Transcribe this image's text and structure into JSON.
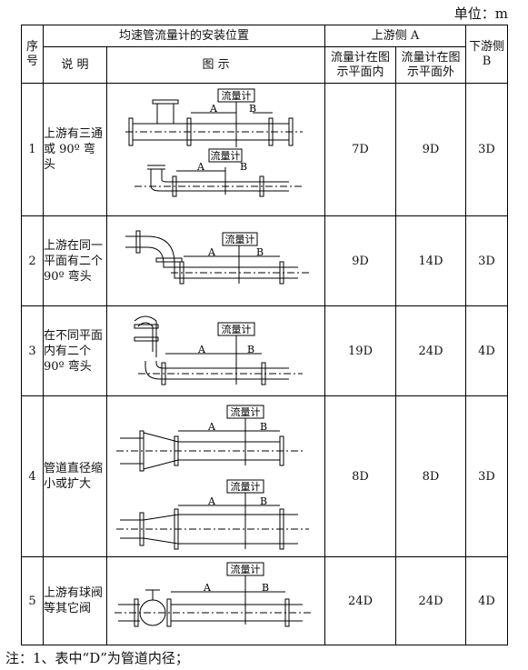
{
  "unit_label": "单位：m",
  "header": {
    "no": "序号",
    "title": "均速管流量计的安装位置",
    "upstream": "上游侧 A",
    "downstream": "下游侧 B",
    "desc": "说 明",
    "figure": "图 示",
    "upstream_in": "流量计在图示平面内",
    "upstream_out": "流量计在图示平面外"
  },
  "figure_text": {
    "meter": "流量计",
    "a": "A",
    "b": "B"
  },
  "rows": [
    {
      "no": "1",
      "desc": "上游有三通或 90º 弯头",
      "a_in": "7D",
      "a_out": "9D",
      "b": "3D"
    },
    {
      "no": "2",
      "desc": "上游在同一平面有二个 90º 弯头",
      "a_in": "9D",
      "a_out": "14D",
      "b": "3D"
    },
    {
      "no": "3",
      "desc": "在不同平面内有二个 90º 弯头",
      "a_in": "19D",
      "a_out": "24D",
      "b": "4D"
    },
    {
      "no": "4",
      "desc": "管道直径缩小或扩大",
      "a_in": "8D",
      "a_out": "8D",
      "b": "3D"
    },
    {
      "no": "5",
      "desc": "上游有球阀等其它阀",
      "a_in": "24D",
      "a_out": "24D",
      "b": "4D"
    }
  ],
  "note": "注：1、表中“D”为管道内径；"
}
